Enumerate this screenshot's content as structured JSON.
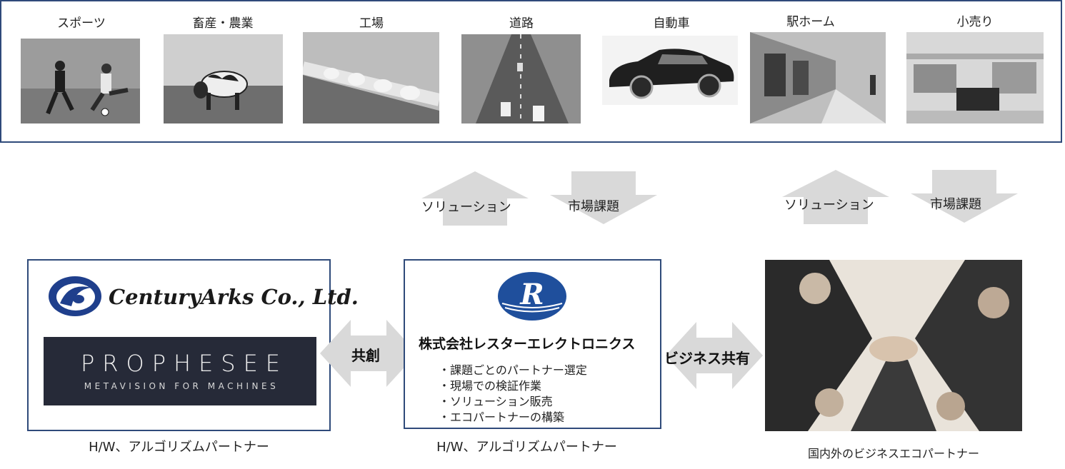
{
  "industries": [
    {
      "label": "スポーツ",
      "icon": "soccer-photo"
    },
    {
      "label": "畜産・農業",
      "icon": "cow-photo"
    },
    {
      "label": "工場",
      "icon": "factory-conveyor-photo"
    },
    {
      "label": "道路",
      "icon": "highway-photo"
    },
    {
      "label": "自動車",
      "icon": "car-photo"
    },
    {
      "label": "駅ホーム",
      "icon": "train-platform-photo"
    },
    {
      "label": "小売り",
      "icon": "retail-store-photo"
    }
  ],
  "flows": {
    "center": {
      "up_label": "ソリューション",
      "down_label": "市場課題"
    },
    "right": {
      "up_label": "ソリューション",
      "down_label": "市場課題"
    }
  },
  "left_box": {
    "centuryarks_name": "CenturyArks Co., Ltd.",
    "prophesee_name": "PROPHESEE",
    "prophesee_tagline": "METAVISION FOR MACHINES",
    "caption": "H/W、アルゴリズムパートナー"
  },
  "center_box": {
    "company_name": "株式会社レスターエレクトロニクス",
    "logo_letter": "R",
    "bullets": [
      "・課題ごとのパートナー選定",
      "・現場での検証作業",
      "・ソリューション販売",
      "・エコパートナーの構築"
    ],
    "caption": "H/W、アルゴリズムパートナー"
  },
  "links": {
    "left_center": "共創",
    "center_right": "ビジネス共有"
  },
  "right_box": {
    "caption": "国内外のビジネスエコパートナー",
    "icon": "teamwork-hands-photo"
  },
  "colors": {
    "border": "#2f4a7a",
    "arrow": "#d9d9d9",
    "logo_blue": "#1f4f9c",
    "prophesee_bg": "#262a38",
    "centuryarks_blue": "#1f3f8c"
  }
}
